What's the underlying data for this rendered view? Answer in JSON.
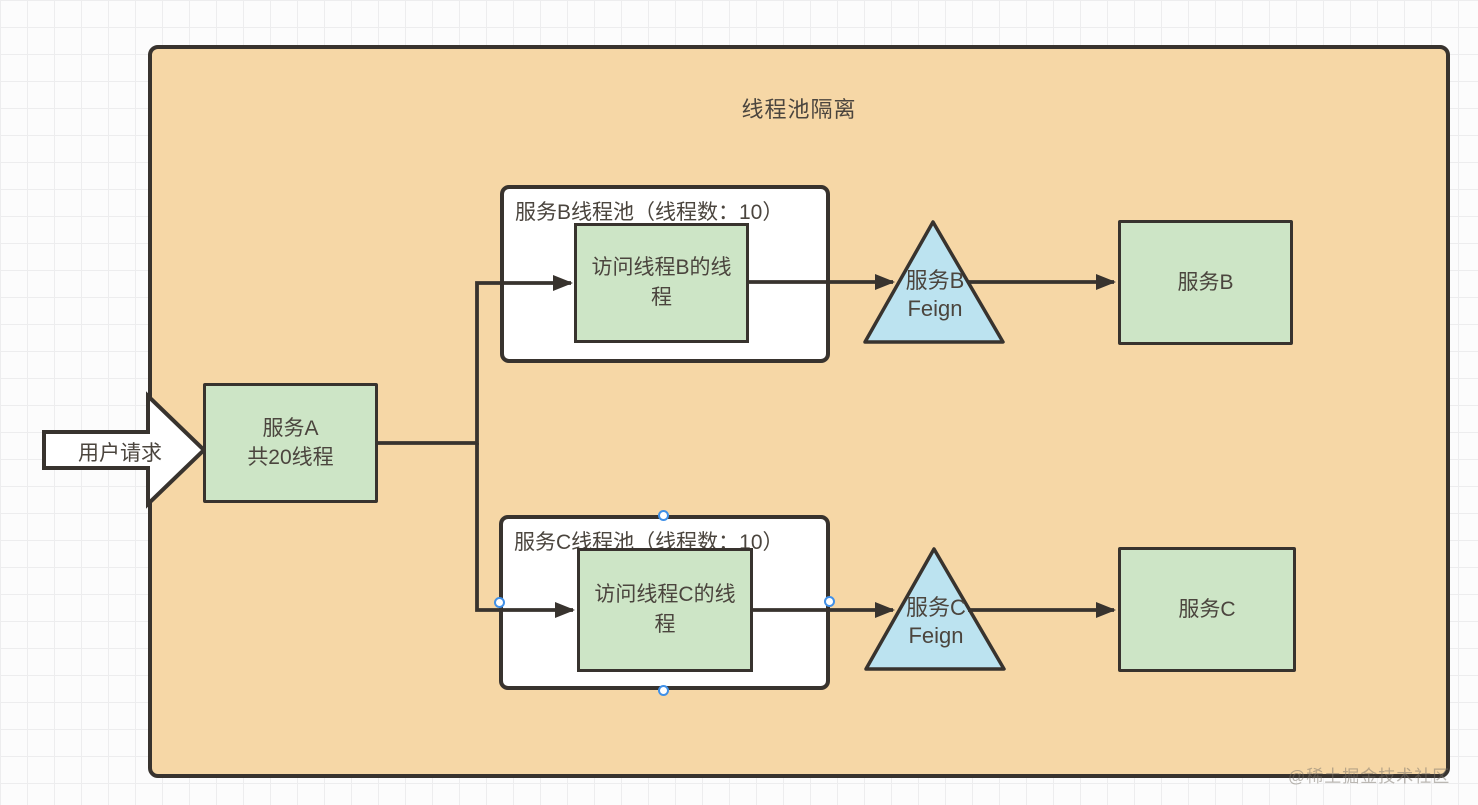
{
  "diagram": {
    "title": "线程池隔离",
    "nodes": {
      "user_request": {
        "label": "用户请求"
      },
      "service_a": {
        "lines": [
          "服务A",
          "共20线程"
        ]
      },
      "pool_b": {
        "title": "服务B线程池（线程数：10）",
        "thread_label": "访问线程B的线程"
      },
      "pool_c": {
        "title": "服务C线程池（线程数：10）",
        "thread_label": "访问线程C的线程"
      },
      "feign_b": {
        "lines": [
          "服务B",
          "Feign"
        ]
      },
      "feign_c": {
        "lines": [
          "服务C",
          "Feign"
        ]
      },
      "service_b": {
        "label": "服务B"
      },
      "service_c": {
        "label": "服务C"
      }
    },
    "colors": {
      "container_fill": "#f6d7a6",
      "node_green": "#cde5c6",
      "triangle_blue": "#bce3f0",
      "stroke_dark": "#38332e",
      "handle_blue": "#4090e8",
      "text": "#4b453e"
    }
  },
  "watermark": "@稀土掘金技术社区"
}
